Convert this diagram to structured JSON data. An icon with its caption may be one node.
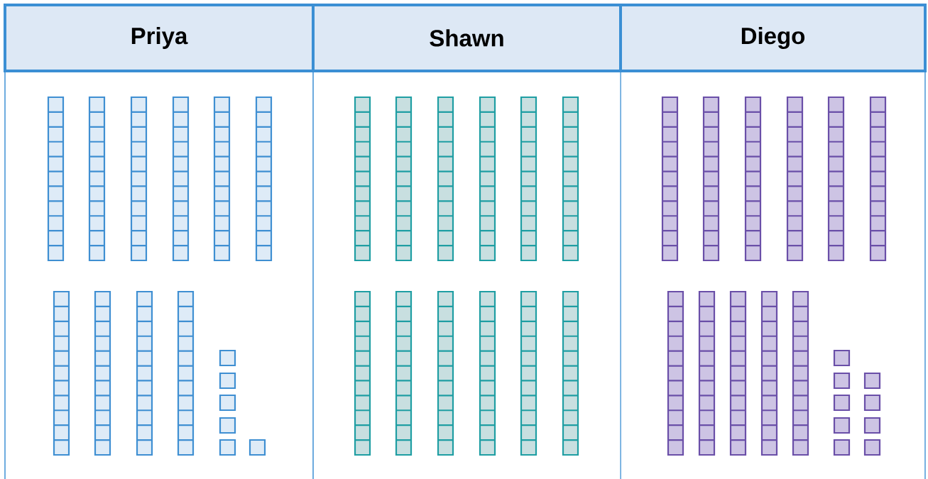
{
  "diagram": {
    "labels": [
      "Priya",
      "Shawn",
      "Diego"
    ]
  }
}
